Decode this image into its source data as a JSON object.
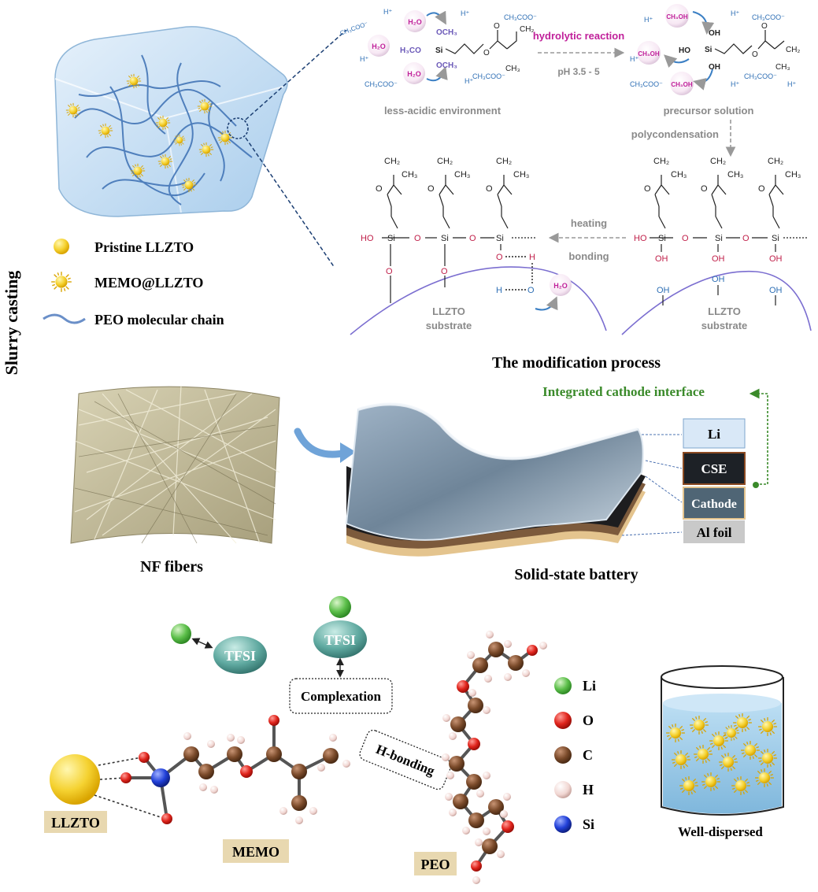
{
  "side_label": "Slurry casting",
  "legend": {
    "pristine": "Pristine LLZTO",
    "memo": "MEMO@LLZTO",
    "peo": "PEO molecular chain"
  },
  "reaction": {
    "hydrolytic": "hydrolytic reaction",
    "ph": "pH 3.5 - 5",
    "less_acidic": "less-acidic environment",
    "precursor": "precursor solution",
    "polycondensation": "polycondensation",
    "heating": "heating",
    "bonding": "bonding",
    "substrate_line1": "LLZTO",
    "substrate_line2": "substrate",
    "h2o": "H₂O",
    "ch3oh": "CH₃OH",
    "ch3coo": "CH₃COO⁻",
    "hplus": "H⁺",
    "och3": "OCH₃",
    "h3co": "H₃CO",
    "ch2": "CH₂",
    "ch3": "CH₃",
    "si": "Si",
    "o": "O",
    "oh": "OH",
    "ho": "HO",
    "h": "H"
  },
  "modification_title": "The modification process",
  "interface_label": "Integrated cathode interface",
  "layers": [
    "Li",
    "CSE",
    "Cathode",
    "Al foil"
  ],
  "nf_label": "NF fibers",
  "battery_label": "Solid-state battery",
  "molecules": {
    "tfsi": "TFSI",
    "complexation": "Complexation",
    "hbonding": "H-bonding",
    "llzto": "LLZTO",
    "memo": "MEMO",
    "peo": "PEO",
    "well_dispersed": "Well-dispersed"
  },
  "atom_legend": [
    {
      "symbol": "Li",
      "color": "#5cbf4a"
    },
    {
      "symbol": "O",
      "color": "#e0241c"
    },
    {
      "symbol": "C",
      "color": "#7a4a2a"
    },
    {
      "symbol": "H",
      "color": "#f1d6d2"
    },
    {
      "symbol": "Si",
      "color": "#2140d8"
    }
  ]
}
